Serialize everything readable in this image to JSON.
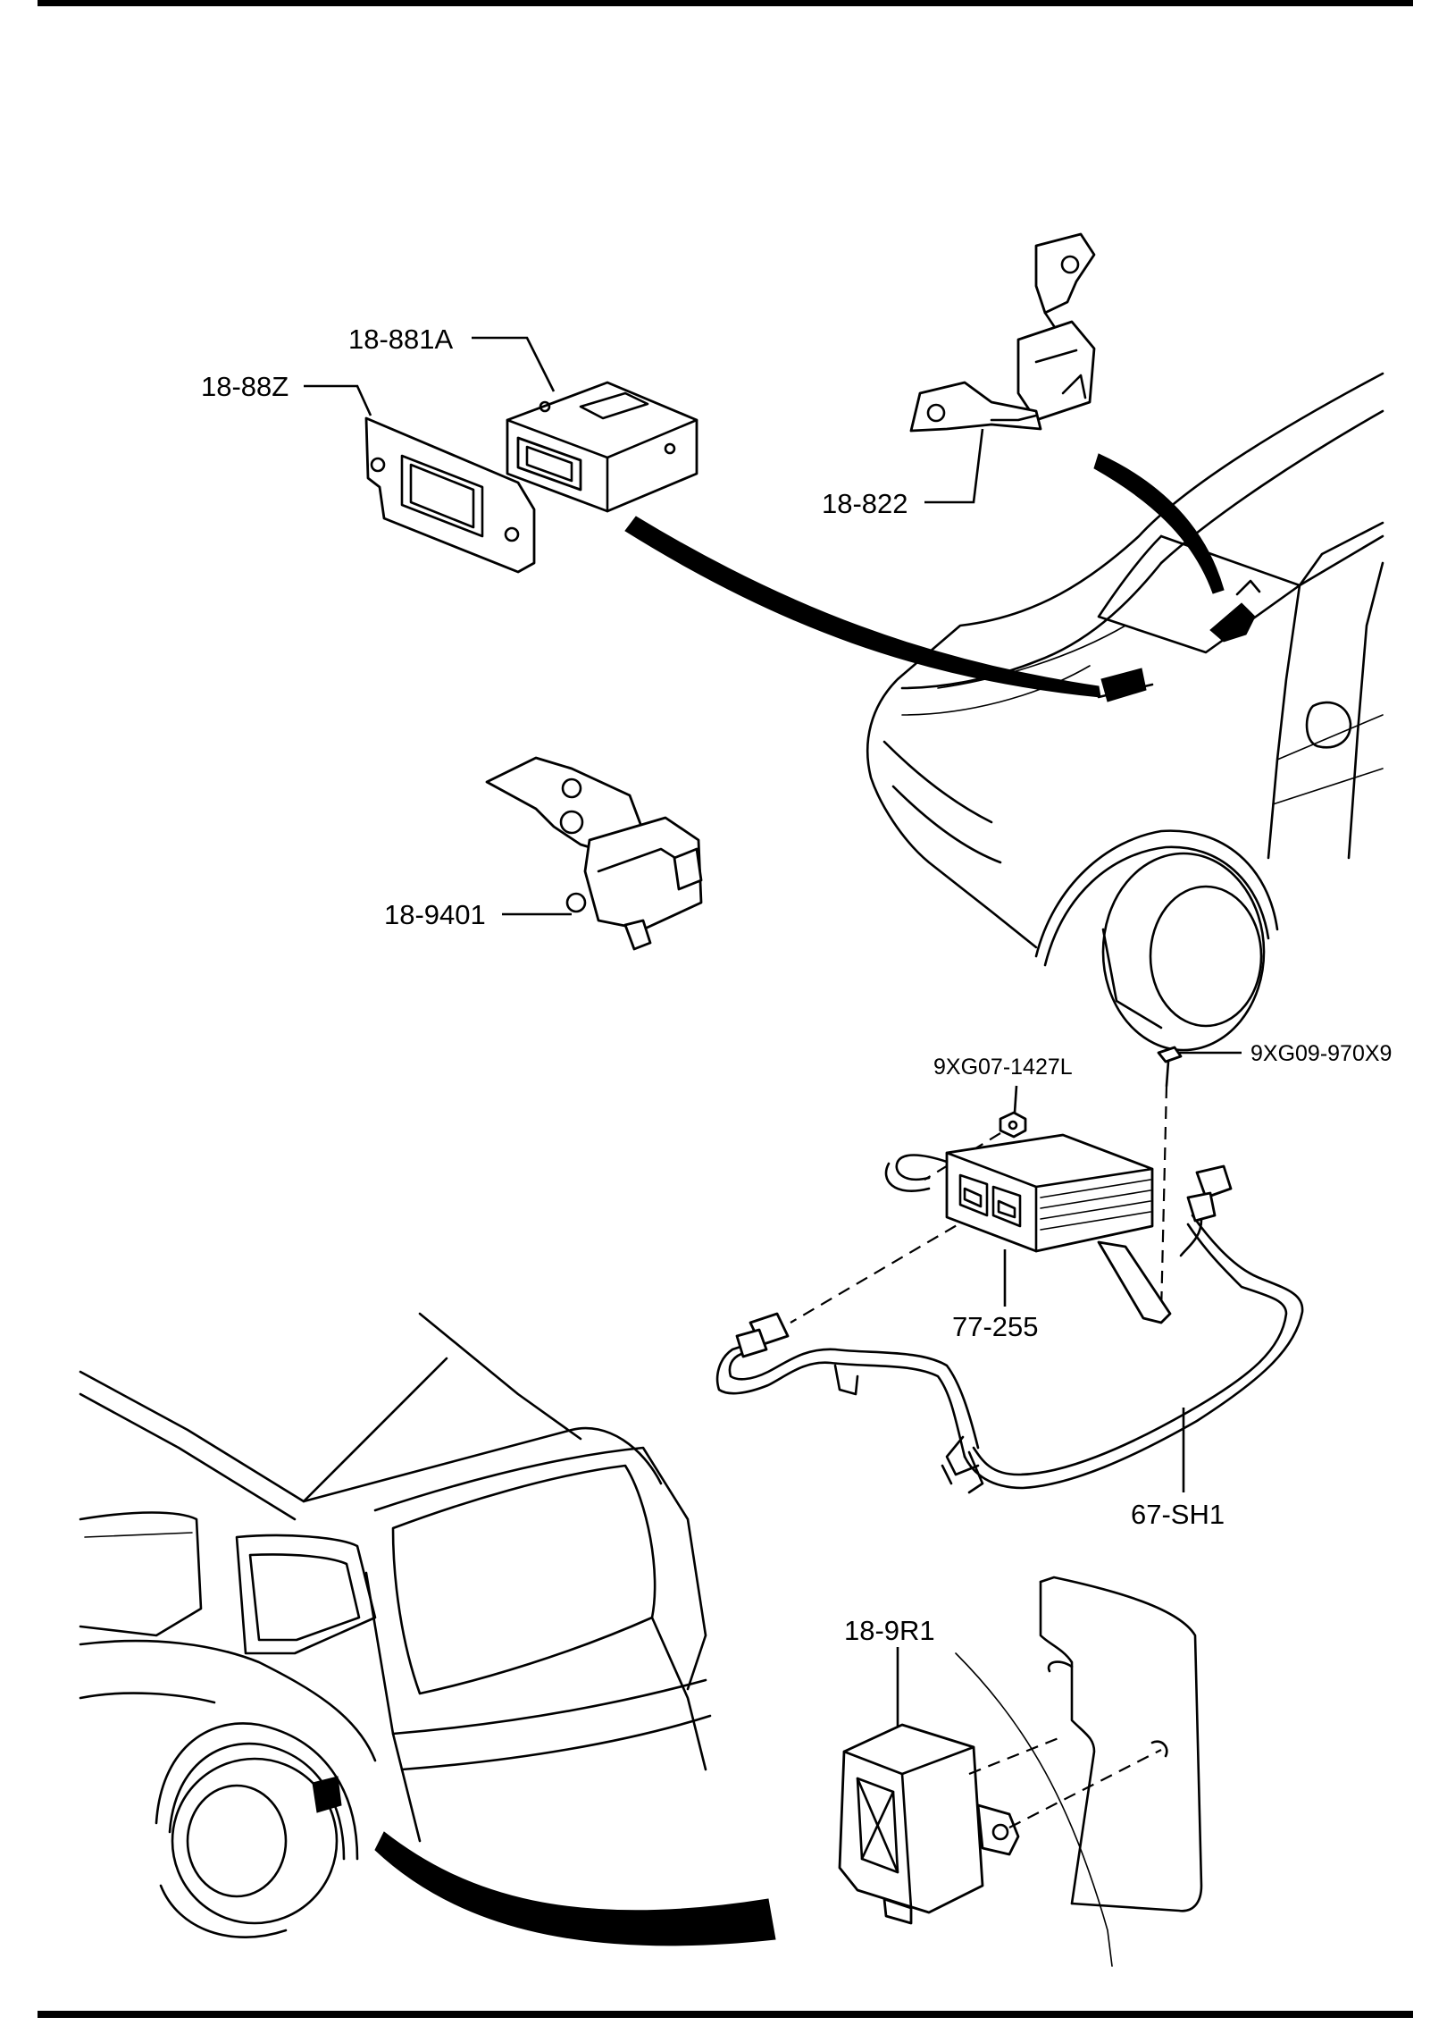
{
  "diagram": {
    "callouts": {
      "ecu_module": "18-881A",
      "mount_bracket": "18-88Z",
      "map_sensor": "18-822",
      "pressure_sensor": "18-9401",
      "nut": "9XG07-1427L",
      "bolt": "9XG09-970X9",
      "control_unit": "77-255",
      "wire_harness": "67-SH1",
      "rear_unit": "18-9R1"
    }
  }
}
